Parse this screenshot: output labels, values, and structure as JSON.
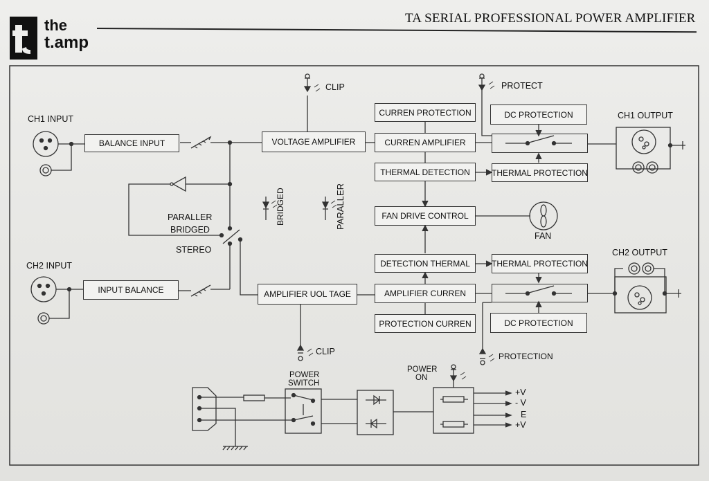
{
  "header": {
    "logo_top": "the",
    "logo_bottom": "t.amp",
    "title": "TA SERIAL PROFESSIONAL POWER AMPLIFIER"
  },
  "ch1": {
    "input_label": "CH1 INPUT",
    "balance_box": "BALANCE  INPUT",
    "voltage_box": "VOLTAGE AMPLIFIER",
    "clip_label": "CLIP",
    "curren_protection": "CURREN PROTECTION",
    "curren_amplifier": "CURREN AMPLIFIER",
    "thermal_detection": "THERMAL DETECTION",
    "dc_protection": "DC PROTECTION",
    "thermal_protection": "THERMAL PROTECTION",
    "protect_label": "PROTECT",
    "output_label": "CH1 OUTPUT"
  },
  "middle": {
    "paraller": "PARALLER",
    "bridged": "BRIDGED",
    "stereo": "STEREO",
    "bridged_vertical": "BRIDGED",
    "paraller_vertical": "PARALLER",
    "fan_drive": "FAN DRIVE CONTROL",
    "fan": "FAN"
  },
  "ch2": {
    "input_label": "CH2 INPUT",
    "balance_box": "INPUT BALANCE",
    "voltage_box": "AMPLIFIER UOL TAGE",
    "clip_label": "CLIP",
    "detection_thermal": "DETECTION THERMAL",
    "amplifier_curren": "AMPLIFIER CURREN",
    "protection_curren": "PROTECTION CURREN",
    "thermal_protection": "THERMAL PROTECTION",
    "dc_protection": "DC PROTECTION",
    "protection_label": "PROTECTION",
    "output_label": "CH2 OUTPUT"
  },
  "power": {
    "switch_label_1": "POWER",
    "switch_label_2": "SWITCH",
    "on_label_1": "POWER",
    "on_label_2": "ON",
    "rail_plus_v_1": "+V",
    "rail_minus_v": "- V",
    "rail_e": "E",
    "rail_plus_v_2": "+V"
  },
  "colors": {
    "ink": "#222222",
    "paper": "#eeeeec",
    "box_fill": "#f2f2f0"
  }
}
